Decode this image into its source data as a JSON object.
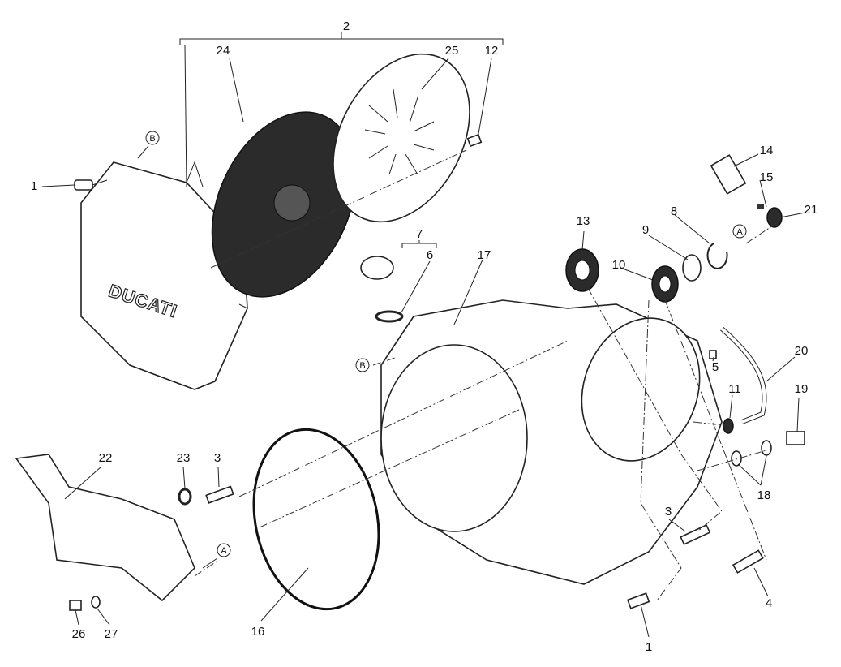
{
  "diagram": {
    "logo_text": "DUCATI",
    "group_label": "2",
    "subgroup_label": "7",
    "callouts": [
      "24",
      "25",
      "12",
      "1",
      "14",
      "15",
      "21",
      "8",
      "9",
      "13",
      "10",
      "6",
      "17",
      "5",
      "20",
      "11",
      "19",
      "18",
      "22",
      "23",
      "3",
      "3",
      "4",
      "1",
      "16",
      "26",
      "27"
    ],
    "reference_marks": [
      "B",
      "A",
      "B",
      "A"
    ]
  }
}
